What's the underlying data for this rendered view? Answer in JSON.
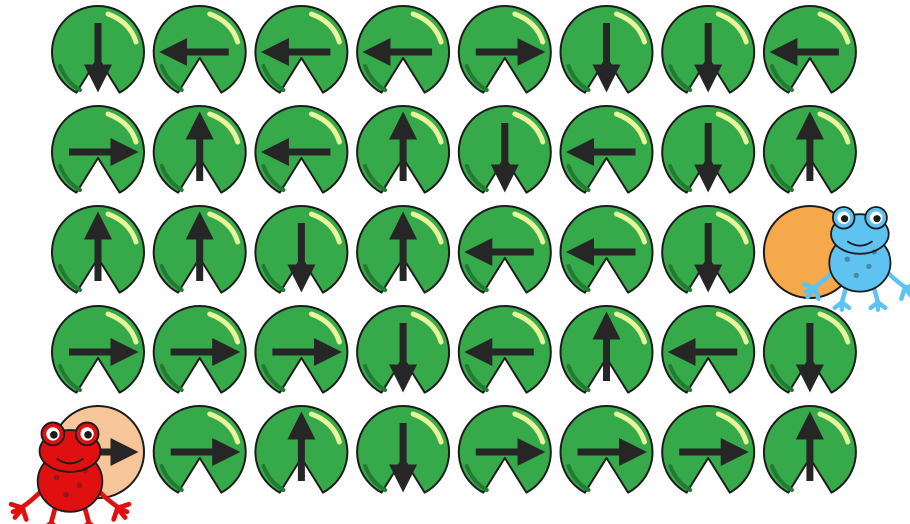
{
  "puzzle": {
    "grid": {
      "rows": 5,
      "cols": 8
    },
    "start_frog": {
      "row": 4,
      "col": 0,
      "color": "#e01010",
      "icon": "red-frog-icon"
    },
    "goal_frog": {
      "row": 2,
      "col": 7,
      "color": "#5ec3f0",
      "icon": "blue-frog-icon"
    },
    "highlight_color": "#f5a94a",
    "lily_pad_color": "#36a94a",
    "arrow_color": "#262626",
    "pads": [
      [
        "down",
        "left",
        "left",
        "left",
        "right",
        "down",
        "down",
        "left"
      ],
      [
        "right",
        "up",
        "left",
        "up",
        "down",
        "left",
        "down",
        "up"
      ],
      [
        "up",
        "up",
        "down",
        "up",
        "left",
        "left",
        "down",
        "none"
      ],
      [
        "right",
        "right",
        "right",
        "down",
        "left",
        "up",
        "left",
        "down"
      ],
      [
        "right",
        "right",
        "up",
        "down",
        "right",
        "right",
        "right",
        "up"
      ]
    ]
  }
}
